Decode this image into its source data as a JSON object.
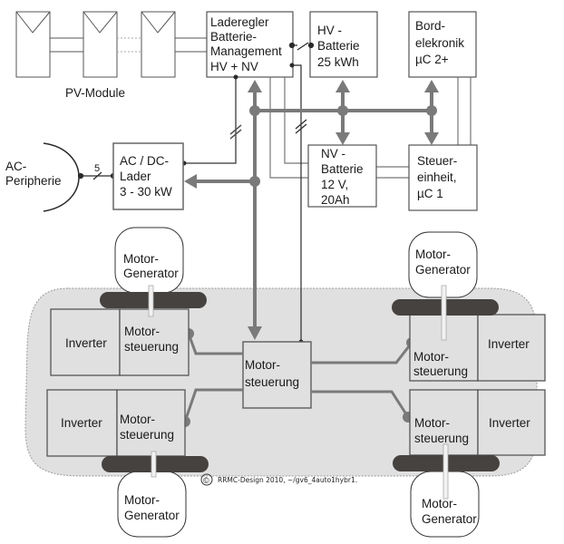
{
  "title": "Hybrid vehicle four-wheel motor-generator system diagram",
  "colors": {
    "box_stroke": "#505050",
    "thick_bus": "#7a7a7a",
    "wheel": "#454240",
    "car_body_fill": "#e0e0e0",
    "thin_line": "#555555",
    "black_wire": "#2a2a2a"
  },
  "pv": {
    "label": "PV-Module",
    "module_count_shown": 3
  },
  "boxes": {
    "laderegler": [
      "Laderegler",
      "Batterie-",
      "Management",
      "HV  + NV"
    ],
    "hv_batterie": [
      "HV -",
      "Batterie",
      "25 kWh"
    ],
    "bordelektronik": [
      "Bord-",
      "elekronik",
      "µC 2+"
    ],
    "ac_dc_lader": [
      "AC / DC-",
      "Lader",
      "3 - 30 kW"
    ],
    "nv_batterie": [
      "NV -",
      "Batterie",
      "12 V,",
      "20Ah"
    ],
    "steuereinheit": [
      "Steuer-",
      "einheit,",
      "µC 1"
    ],
    "central_motorsteuerung": [
      "Motor-",
      "steuerung"
    ]
  },
  "ac_peripherie": [
    "AC-",
    "Peripherie"
  ],
  "ac_line_count": "5",
  "wheels": [
    {
      "position": "front-left",
      "generator": [
        "Motor-",
        "Generator"
      ],
      "inverter": "Inverter",
      "controller": [
        "Motor-",
        "steuerung"
      ]
    },
    {
      "position": "front-right",
      "generator": [
        "Motor-",
        "Generator"
      ],
      "inverter": "Inverter",
      "controller": [
        "Motor-",
        "steuerung"
      ]
    },
    {
      "position": "rear-left",
      "generator": [
        "Motor-",
        "Generator"
      ],
      "inverter": "Inverter",
      "controller": [
        "Motor-",
        "steuerung"
      ]
    },
    {
      "position": "rear-right",
      "generator": [
        "Motor-",
        "Generator"
      ],
      "inverter": "Inverter",
      "controller": [
        "Motor-",
        "steuerung"
      ]
    }
  ],
  "copyright": {
    "symbol": "©",
    "text": "RRMC-Design 2010, ~/gv6_4auto1hybr1."
  }
}
